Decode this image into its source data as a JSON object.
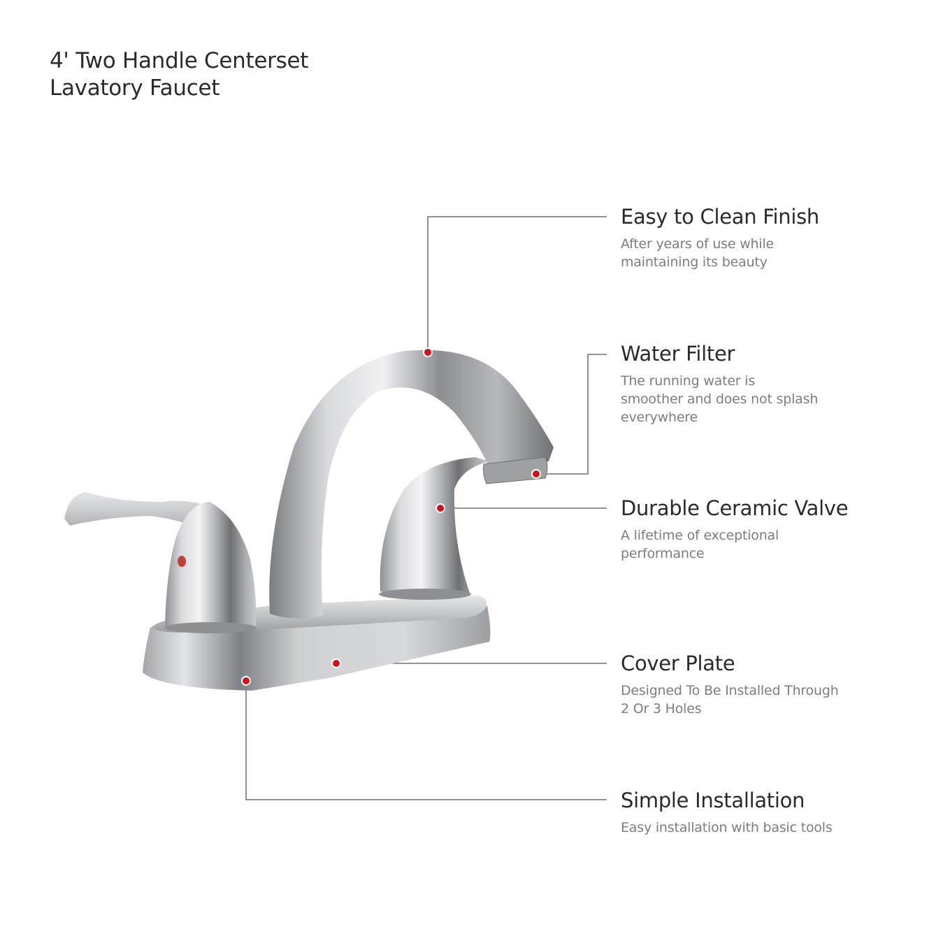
{
  "header": {
    "title_line1": "4' Two Handle Centerset",
    "title_line2": "Lavatory Faucet"
  },
  "colors": {
    "marker": "#d0121b",
    "leader_line": "#555555",
    "title_text": "#2a2a2a",
    "desc_text": "#7d7d7d",
    "hot_indicator": "#c0403a"
  },
  "features": [
    {
      "title": "Easy to Clean Finish",
      "description": "After years of use while\nmaintaining its beauty",
      "target": "spout-top"
    },
    {
      "title": "Water Filter",
      "description": "The running water is\nsmoother and does not splash\neverywhere",
      "target": "aerator"
    },
    {
      "title": "Durable Ceramic Valve",
      "description": "A lifetime of exceptional\nperformance",
      "target": "right-handle"
    },
    {
      "title": "Cover Plate",
      "description": "Designed To Be Installed Through\n2 Or 3 Holes",
      "target": "deck-plate"
    },
    {
      "title": "Simple Installation",
      "description": "Easy installation with basic tools",
      "target": "base"
    }
  ]
}
